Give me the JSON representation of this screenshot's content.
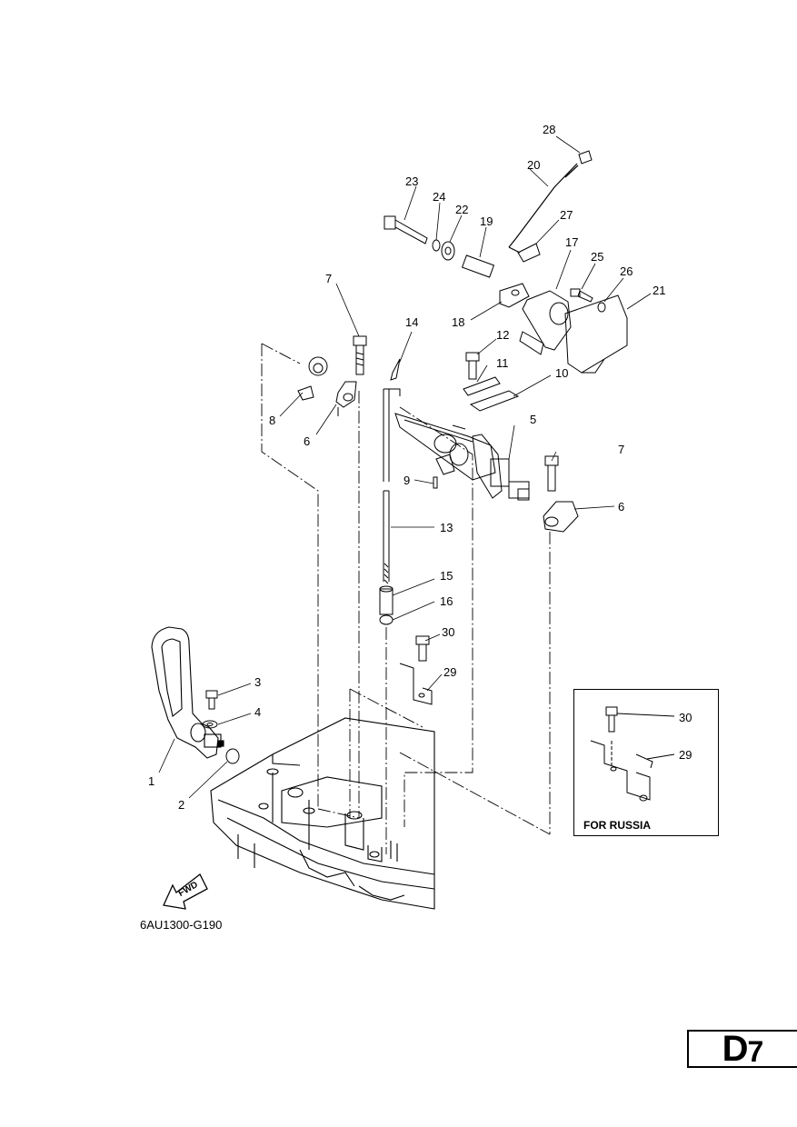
{
  "diagram": {
    "code": "6AU1300-G190",
    "fwd_label": "FWD",
    "inset_caption": "FOR RUSSIA",
    "page_letter": "D",
    "page_number": "7"
  },
  "labels": {
    "l1": "1",
    "l2": "2",
    "l3": "3",
    "l4": "4",
    "l5": "5",
    "l6a": "6",
    "l6b": "6",
    "l7a": "7",
    "l7b": "7",
    "l8": "8",
    "l9": "9",
    "l10": "10",
    "l11": "11",
    "l12": "12",
    "l13": "13",
    "l14": "14",
    "l15": "15",
    "l16": "16",
    "l17": "17",
    "l18": "18",
    "l19": "19",
    "l20": "20",
    "l21": "21",
    "l22": "22",
    "l23": "23",
    "l24": "24",
    "l25": "25",
    "l26": "26",
    "l27": "27",
    "l28": "28",
    "l29": "29",
    "l30": "30",
    "r29": "29",
    "r30": "30"
  }
}
